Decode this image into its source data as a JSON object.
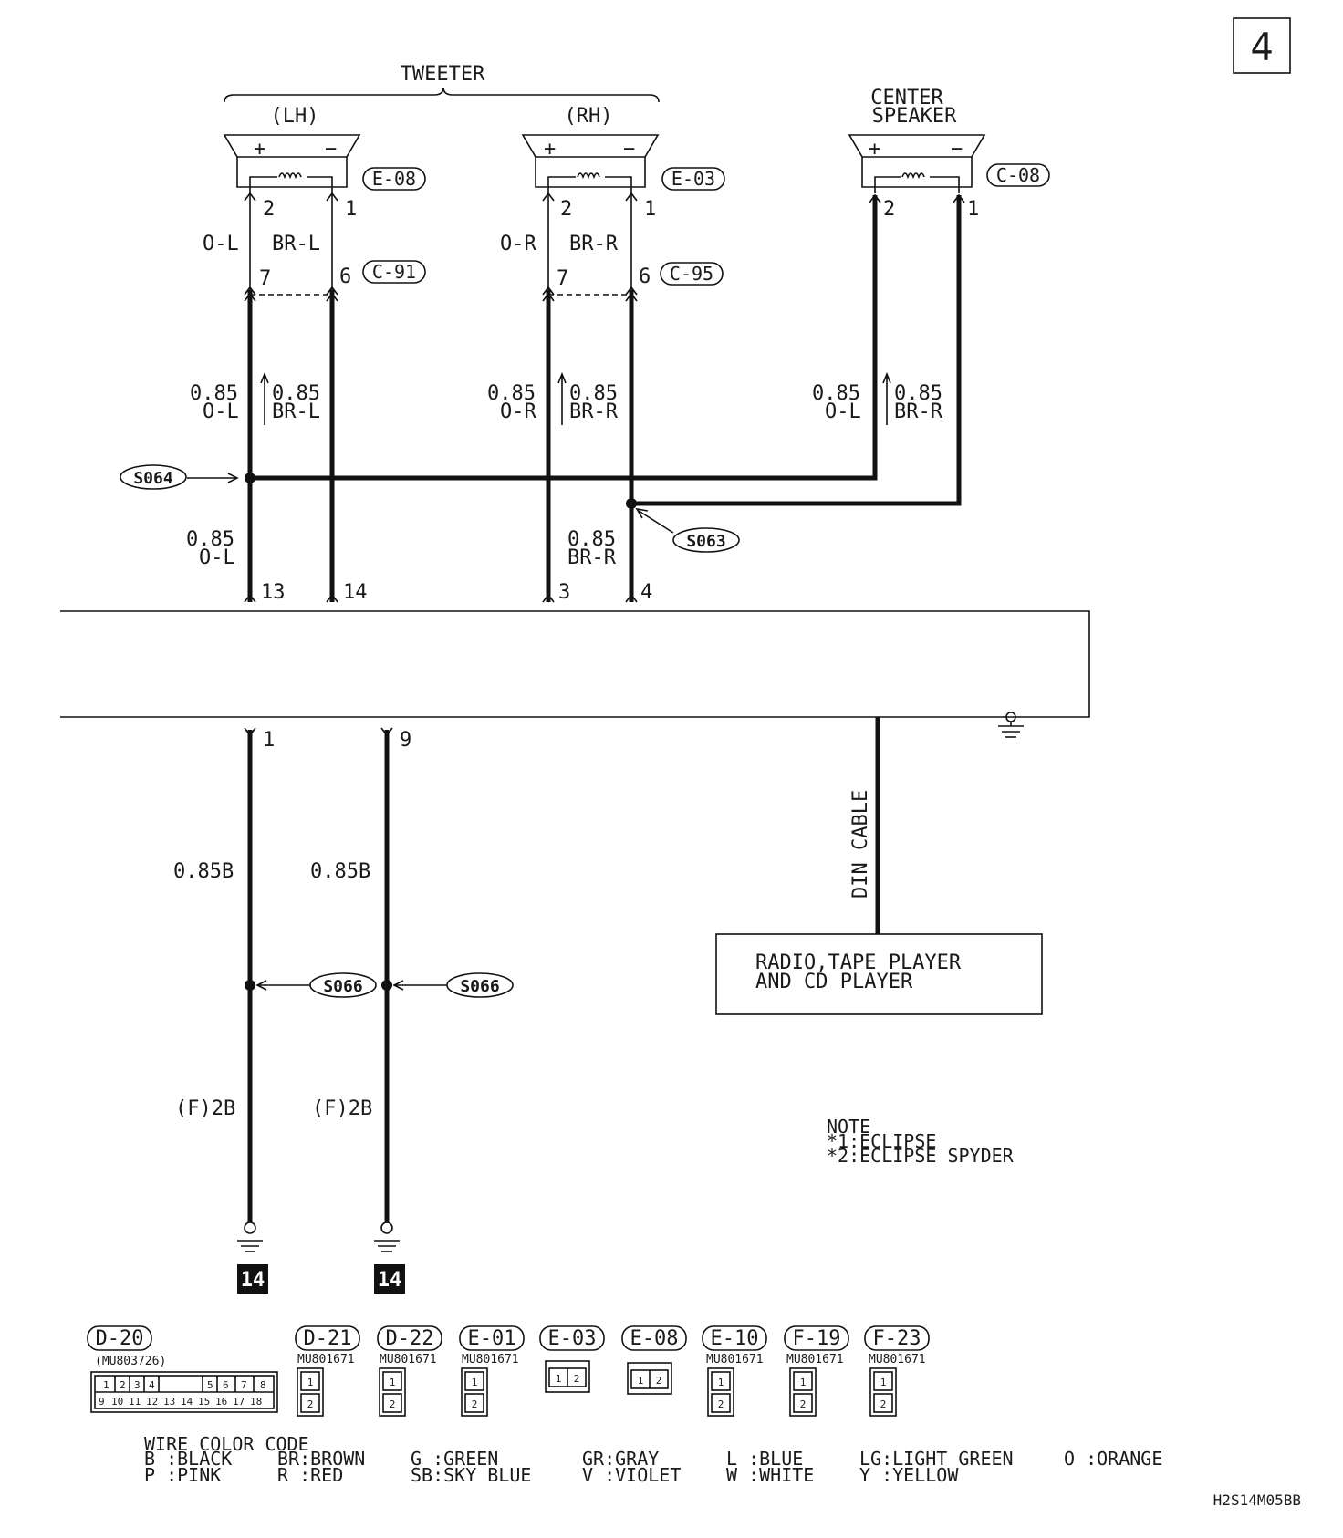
{
  "page_number": "4",
  "tweeter": {
    "title": "TWEETER",
    "lh": {
      "side": "(LH)",
      "connector": "E-08",
      "pin_plus": "2",
      "pin_minus": "1",
      "plus": "+",
      "minus": "−"
    },
    "rh": {
      "side": "(RH)",
      "connector": "E-03",
      "pin_plus": "2",
      "pin_minus": "1",
      "plus": "+",
      "minus": "−"
    }
  },
  "center_speaker": {
    "line1": "CENTER",
    "line2": "SPEAKER",
    "connector": "C-08",
    "pin_plus": "2",
    "pin_minus": "1",
    "plus": "+",
    "minus": "−"
  },
  "wires": {
    "lh_plus_color": "O-L",
    "lh_minus_color": "BR-L",
    "rh_plus_color": "O-R",
    "rh_minus_color": "BR-R",
    "size": "0.85",
    "c91": {
      "connector": "C-91",
      "pin_a": "7",
      "pin_b": "6"
    },
    "c95": {
      "connector": "C-95",
      "pin_a": "7",
      "pin_b": "6"
    },
    "lh_bottom": {
      "size": "0.85",
      "color": "O-L"
    },
    "rh_bottom": {
      "size": "0.85",
      "color": "BR-R"
    },
    "center_left": {
      "size": "0.85",
      "color": "O-L"
    },
    "center_right": {
      "size": "0.85",
      "color": "BR-R"
    },
    "ground_size": "0.85B",
    "ground_code": "(F)2B"
  },
  "splices": {
    "s064": "S064",
    "s063": "S063",
    "s066": "S066"
  },
  "unit_pins": {
    "p13": "13",
    "p14": "14",
    "p3": "3",
    "p4": "4",
    "p1": "1",
    "p9": "9"
  },
  "din_cable": "DIN CABLE",
  "radio": {
    "line1": "RADIO,TAPE PLAYER",
    "line2": "AND CD PLAYER"
  },
  "ground_marker": "14",
  "note": {
    "title": "NOTE",
    "line1": "*1:ECLIPSE",
    "line2": "*2:ECLIPSE SPYDER"
  },
  "connectors": [
    {
      "id": "D-20",
      "part": "(MU803726)"
    },
    {
      "id": "D-21",
      "part": "MU801671"
    },
    {
      "id": "D-22",
      "part": "MU801671"
    },
    {
      "id": "E-01",
      "part": "MU801671"
    },
    {
      "id": "E-03",
      "part": ""
    },
    {
      "id": "E-08",
      "part": ""
    },
    {
      "id": "E-10",
      "part": "MU801671"
    },
    {
      "id": "F-19",
      "part": "MU801671"
    },
    {
      "id": "F-23",
      "part": "MU801671"
    }
  ],
  "d20_pins_top": [
    "1",
    "2",
    "3",
    "4",
    "5",
    "6",
    "7",
    "8"
  ],
  "d20_pins_bottom": [
    "9",
    "10",
    "11",
    "12",
    "13",
    "14",
    "15",
    "16",
    "17",
    "18"
  ],
  "small_pins": [
    "1",
    "2"
  ],
  "wire_color_code": {
    "title": "WIRE COLOR CODE",
    "items": [
      "B :BLACK",
      "BR:BROWN",
      "G :GREEN",
      "GR:GRAY",
      "L :BLUE",
      "LG:LIGHT GREEN",
      "O :ORANGE",
      "P :PINK",
      "R :RED",
      "SB:SKY BLUE",
      "V :VIOLET",
      "W :WHITE",
      "Y :YELLOW"
    ]
  },
  "drawing_code": "H2S14M05BB"
}
